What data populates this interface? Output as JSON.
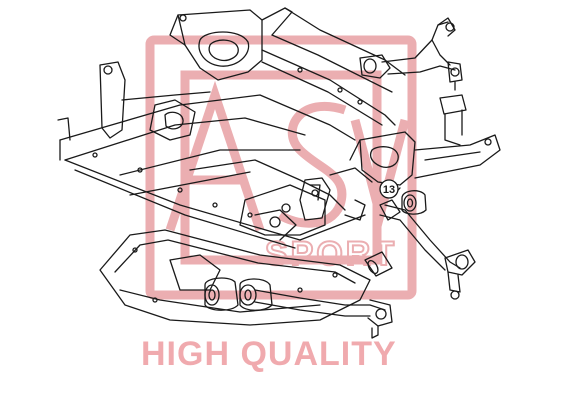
{
  "watermark": {
    "logo_text": "ASVA",
    "sub_text": "SPORT",
    "slogan": "HIGH QUALITY",
    "color": "#e8a0a4"
  },
  "callouts": [
    {
      "label": "13"
    }
  ],
  "colors": {
    "line": "#1a1a1a",
    "background": "#ffffff",
    "callout_fill": "#ffffff"
  }
}
